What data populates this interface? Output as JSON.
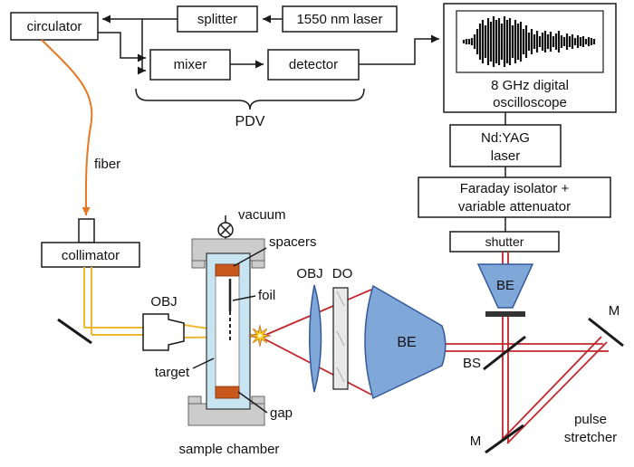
{
  "diagram": {
    "boxes": {
      "circulator": "circulator",
      "splitter": "splitter",
      "laser_1550": "1550 nm laser",
      "mixer": "mixer",
      "detector": "detector",
      "oscilloscope_l1": "8 GHz digital",
      "oscilloscope_l2": "oscilloscope",
      "ndyag_l1": "Nd:YAG",
      "ndyag_l2": "laser",
      "faraday_l1": "Faraday isolator +",
      "faraday_l2": "variable attenuator",
      "shutter": "shutter",
      "collimator": "collimator"
    },
    "labels": {
      "pdv": "PDV",
      "fiber": "fiber",
      "obj_left": "OBJ",
      "obj_mid": "OBJ",
      "do": "DO",
      "be_small": "BE",
      "be_big": "BE",
      "bs": "BS",
      "m_top": "M",
      "m_bottom": "M",
      "pulse_l1": "pulse",
      "pulse_l2": "stretcher",
      "vacuum": "vacuum",
      "spacers": "spacers",
      "foil": "foil",
      "target": "target",
      "gap": "gap",
      "sample_chamber": "sample chamber"
    },
    "colors": {
      "beam_red": "#c1272d",
      "fiber_orange": "#e87722",
      "beam_yellow": "#f0b830",
      "optic_blue": "#7fa8d9",
      "chamber_blue": "#c8e4f0",
      "spacer_orange": "#c8581c"
    }
  }
}
